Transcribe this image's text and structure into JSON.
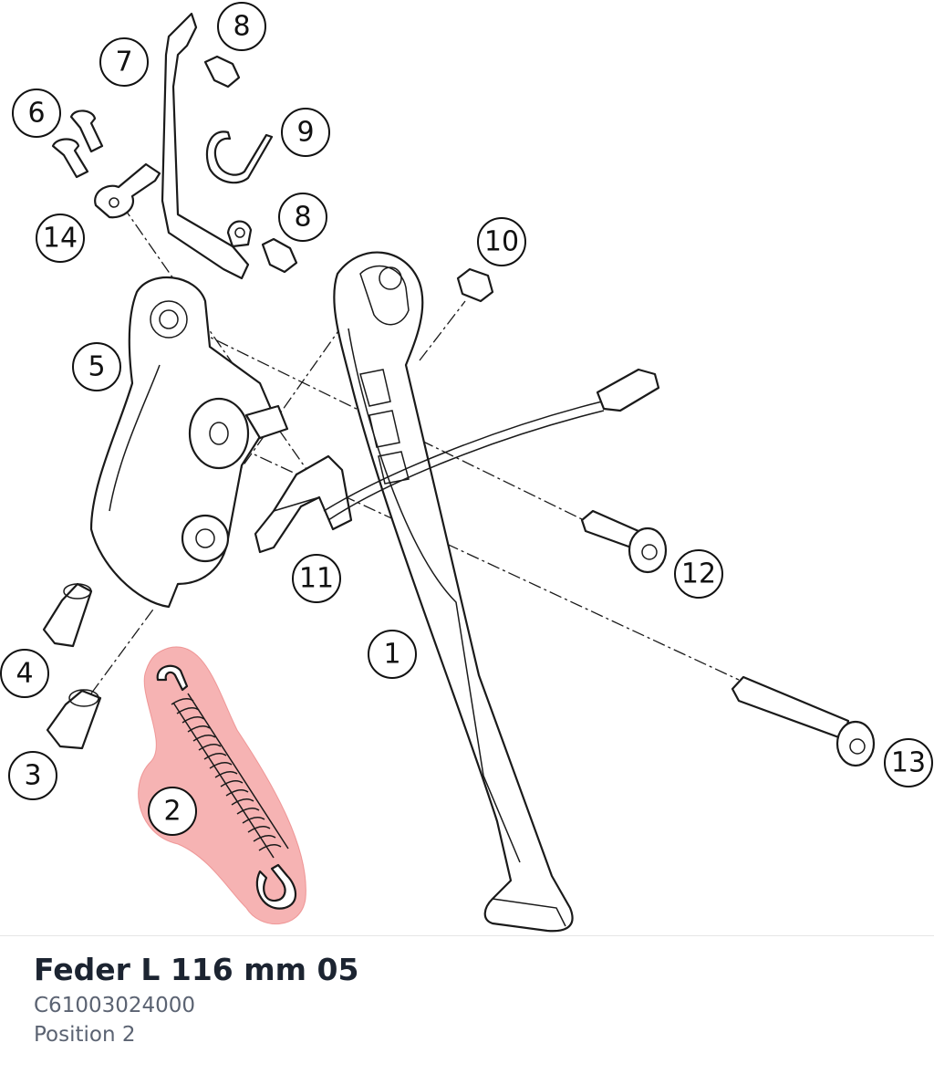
{
  "callouts": [
    "1",
    "2",
    "3",
    "4",
    "5",
    "6",
    "7",
    "8",
    "8",
    "9",
    "10",
    "11",
    "12",
    "13",
    "14"
  ],
  "highlight": {
    "position": "2",
    "color": "#f08080"
  },
  "part": {
    "name": "Feder L 116 mm 05",
    "number": "C61003024000",
    "position": "Position 2"
  }
}
